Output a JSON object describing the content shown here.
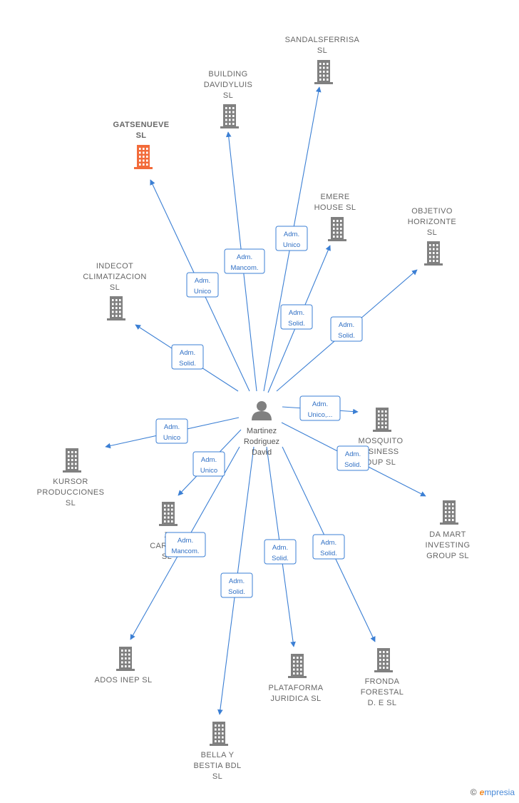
{
  "colors": {
    "edge": "#3b7fd4",
    "building": "#808080",
    "building_focus": "#f26b3a",
    "person": "#808080"
  },
  "center": {
    "name_lines": [
      "Martinez",
      "Rodriguez",
      "David"
    ],
    "icon": "person-icon"
  },
  "companies": [
    {
      "id": "gatsenueve",
      "lines": [
        "GATSENUEVE",
        "SL"
      ],
      "focus": true
    },
    {
      "id": "building-davidyluis",
      "lines": [
        "BUILDING",
        "DAVIDYLUIS",
        "SL"
      ]
    },
    {
      "id": "sandalsferrisa",
      "lines": [
        "SANDALSFERRISA",
        "SL"
      ]
    },
    {
      "id": "emere-house",
      "lines": [
        "EMERE",
        "HOUSE  SL"
      ]
    },
    {
      "id": "objetivo-horizonte",
      "lines": [
        "OBJETIVO",
        "HORIZONTE",
        "SL"
      ]
    },
    {
      "id": "indecot",
      "lines": [
        "INDECOT",
        "CLIMATIZACION",
        "SL"
      ]
    },
    {
      "id": "mosquito",
      "lines": [
        "MOSQUITO",
        "USINESS",
        "OUP  SL"
      ]
    },
    {
      "id": "kursor",
      "lines": [
        "KURSOR",
        "PRODUCCIONES",
        "SL"
      ]
    },
    {
      "id": "carbut",
      "lines": [
        "Z",
        "CARBUT",
        "SL"
      ]
    },
    {
      "id": "da-mart",
      "lines": [
        "DA MART",
        "INVESTING",
        "GROUP  SL"
      ]
    },
    {
      "id": "ados-inep",
      "lines": [
        "ADOS INEP  SL"
      ]
    },
    {
      "id": "plataforma",
      "lines": [
        "PLATAFORMA",
        "JURIDICA  SL"
      ]
    },
    {
      "id": "fronda",
      "lines": [
        "FRONDA",
        "FORESTAL",
        "D.  E  SL"
      ]
    },
    {
      "id": "bella-y-bestia",
      "lines": [
        "BELLA Y",
        "BESTIA BDL",
        "SL"
      ]
    }
  ],
  "relations": [
    {
      "to": "gatsenueve",
      "label": [
        "Adm.",
        "Unico"
      ]
    },
    {
      "to": "building-davidyluis",
      "label": [
        "Adm.",
        "Mancom."
      ]
    },
    {
      "to": "sandalsferrisa",
      "label": [
        "Adm.",
        "Unico"
      ]
    },
    {
      "to": "emere-house",
      "label": [
        "Adm.",
        "Solid."
      ]
    },
    {
      "to": "objetivo-horizonte",
      "label": [
        "Adm.",
        "Solid."
      ]
    },
    {
      "to": "indecot",
      "label": [
        "Adm.",
        "Solid."
      ]
    },
    {
      "to": "mosquito",
      "label": [
        "Adm.",
        "Unico,..."
      ]
    },
    {
      "to": "kursor",
      "label": [
        "Adm.",
        "Unico"
      ]
    },
    {
      "to": "carbut",
      "label": [
        "Adm.",
        "Unico"
      ]
    },
    {
      "to": "da-mart",
      "label": [
        "Adm.",
        "Solid."
      ]
    },
    {
      "to": "ados-inep",
      "label": [
        "Adm.",
        "Mancom."
      ]
    },
    {
      "to": "plataforma",
      "label": [
        "Adm.",
        "Solid."
      ]
    },
    {
      "to": "fronda",
      "label": [
        "Adm.",
        "Solid."
      ]
    },
    {
      "to": "bella-y-bestia",
      "label": [
        "Adm.",
        "Solid."
      ]
    }
  ],
  "footer": {
    "copyright": "©",
    "brand_initial": "e",
    "brand_rest": "mpresia"
  }
}
